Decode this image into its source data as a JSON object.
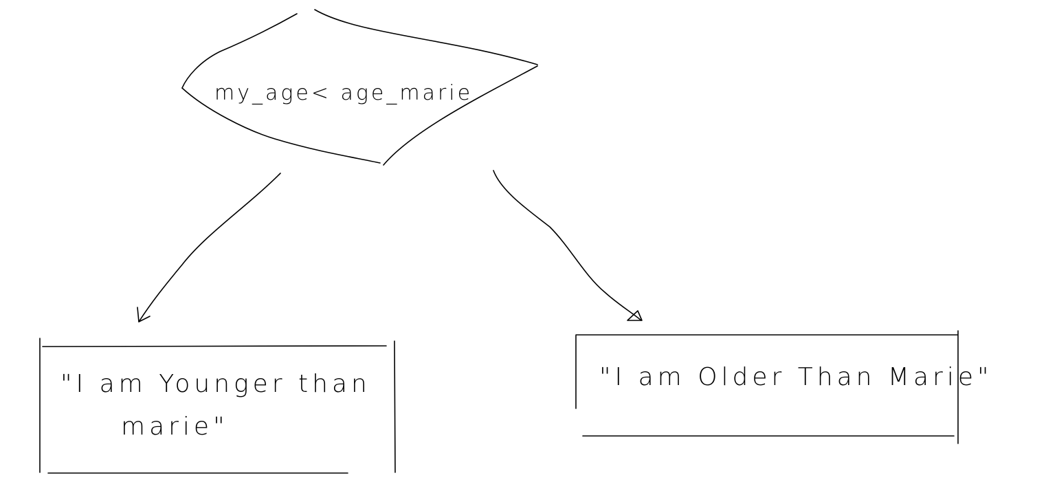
{
  "decision": {
    "label": "my_age< age_marie"
  },
  "outputs": {
    "left": {
      "line1": "\"I  am  Younger than",
      "line2": "marie\""
    },
    "right": {
      "line1": "\"I  am  Older  Than Marie\""
    }
  },
  "colors": {
    "ink": "#000000",
    "background": "#ffffff"
  }
}
